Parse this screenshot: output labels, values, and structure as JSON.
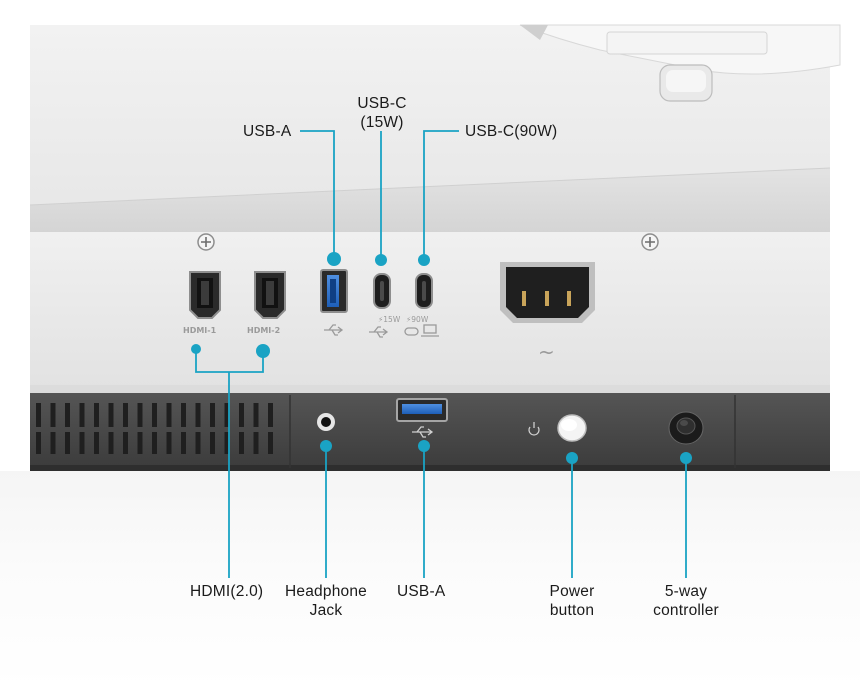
{
  "top_callouts": {
    "usb_a": "USB-A",
    "usb_c_15_line1": "USB-C",
    "usb_c_15_line2": "(15W)",
    "usb_c_90": "USB-C(90W)"
  },
  "port_markings": {
    "hdmi_1": "HDMI-1",
    "hdmi_2": "HDMI-2",
    "usbc_15_watt": "15W",
    "usbc_90_watt": "90W",
    "ac_symbol": "~"
  },
  "bottom_callouts": {
    "hdmi": "HDMI(2.0)",
    "headphone_line1": "Headphone",
    "headphone_line2": "Jack",
    "usb_a": "USB-A",
    "power_line1": "Power",
    "power_line2": "button",
    "controller_line1": "5-way",
    "controller_line2": "controller"
  },
  "colors": {
    "callout": "#1aa3c4",
    "panel": "#ececec",
    "bezel": "#4a4a4a",
    "vent": "#2b2b2b"
  },
  "icons": [
    "hdmi-port-icon",
    "usb-a-port-icon",
    "usb-c-port-icon",
    "power-socket-icon",
    "headphone-jack-icon",
    "power-button-icon",
    "joystick-icon",
    "screw-icon",
    "usb-symbol-icon"
  ]
}
